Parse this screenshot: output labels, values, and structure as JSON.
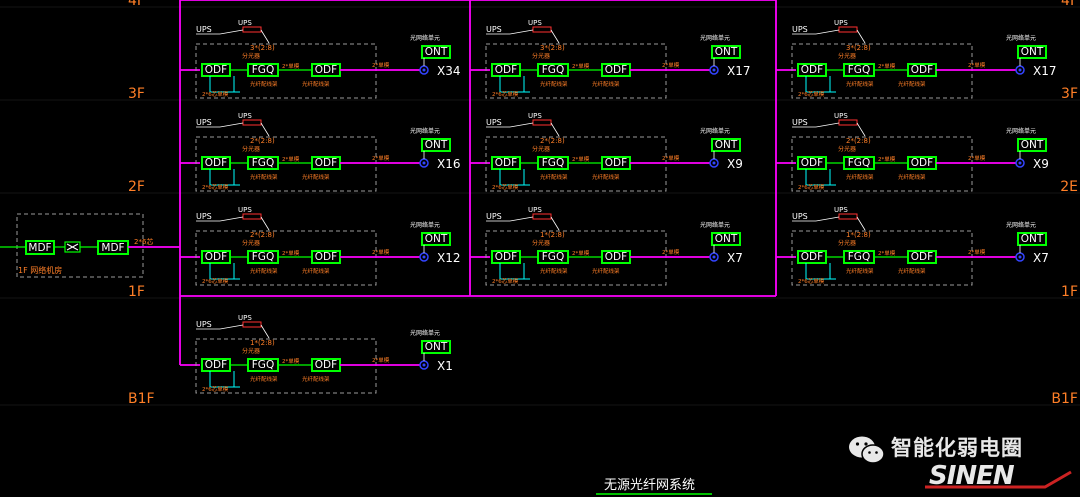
{
  "floors": [
    "4F",
    "3F",
    "2F",
    "1F",
    "B1F"
  ],
  "right_floors": [
    "4F",
    "3F",
    "2E",
    "1F",
    "B1F"
  ],
  "mdf": {
    "label": "MDF",
    "caption": "1F 网络机房"
  },
  "riser_label": "2*6芯",
  "block": {
    "odf": "ODF",
    "fgq": "FGQ",
    "ont": "ONT",
    "ups": "UPS",
    "ups_sm": "UPS",
    "fgq_sm": "分光器",
    "odf_sm": "光纤配线架",
    "cable_sm": "2*6芯单模",
    "fiber_sm": "2*单模",
    "ont_sm": "光网络单元"
  },
  "columns": [
    {
      "cells": [
        {
          "row": 0,
          "ratio": "3*(2:8)",
          "port": "X34"
        },
        {
          "row": 1,
          "ratio": "2*(2:8)",
          "port": "X16"
        },
        {
          "row": 2,
          "ratio": "2*(2:8)",
          "port": "X12"
        },
        {
          "row": 3,
          "ratio": "1*(2:8)",
          "port": "X1"
        }
      ]
    },
    {
      "cells": [
        {
          "row": 0,
          "ratio": "3*(2:8)",
          "port": "X17"
        },
        {
          "row": 1,
          "ratio": "2*(2:8)",
          "port": "X9"
        },
        {
          "row": 2,
          "ratio": "1*(2:8)",
          "port": "X7"
        }
      ]
    },
    {
      "cells": [
        {
          "row": 0,
          "ratio": "3*(2:8)",
          "port": "X17"
        },
        {
          "row": 1,
          "ratio": "2*(2:8)",
          "port": "X9"
        },
        {
          "row": 2,
          "ratio": "1*(2:8)",
          "port": "X7"
        }
      ]
    }
  ],
  "drawing_title": "无源光纤网系统",
  "watermark": {
    "text": "智能化弱电圈",
    "logo": "SINEN"
  },
  "colors": {
    "magenta": "#ff00ff",
    "green": "#00ff00",
    "white": "#ffffff",
    "orange": "#ff7f27",
    "cyan": "#00ffff",
    "blue": "#3344ff",
    "dash": "#9a9a9a",
    "red": "#ff3030"
  }
}
